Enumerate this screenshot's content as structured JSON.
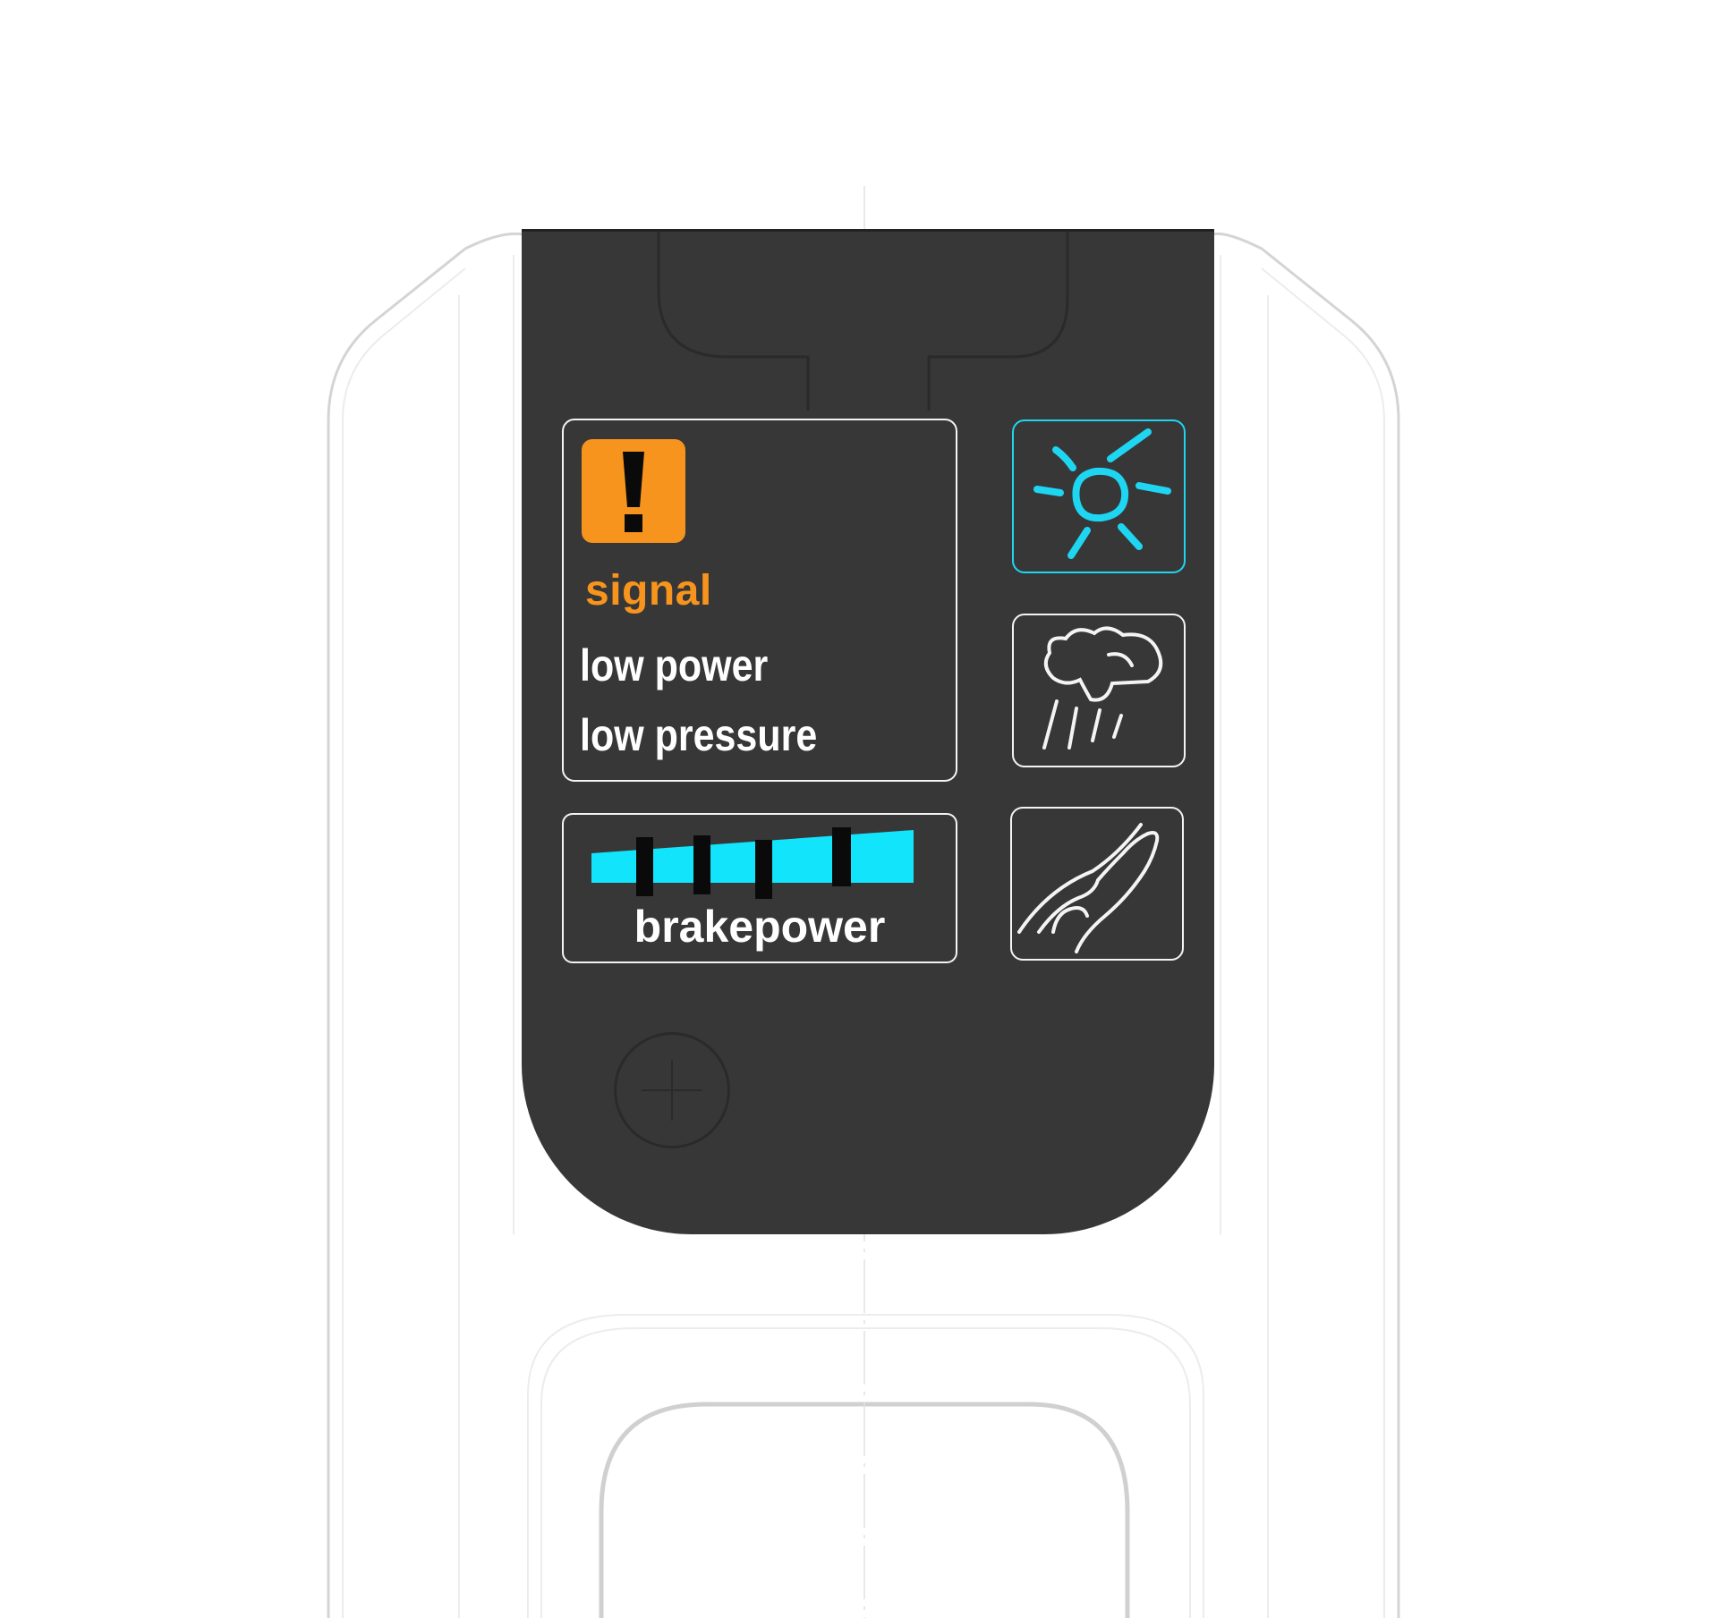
{
  "warning": {
    "icon": "exclamation-icon",
    "color": "#f7941d"
  },
  "status": {
    "signal_label": "signal",
    "line1": "low power",
    "line2": "low pressure"
  },
  "brake": {
    "label": "brakepower",
    "bar_color": "#12e4fc",
    "markers": 4
  },
  "modes": [
    {
      "name": "sun",
      "icon": "sun-icon",
      "selected": true,
      "accent": "#1ed6f2"
    },
    {
      "name": "rain",
      "icon": "rain-cloud-icon",
      "selected": false
    },
    {
      "name": "wind",
      "icon": "wind-icon",
      "selected": false
    }
  ],
  "colors": {
    "panel": "#373737",
    "outline": "#f4f4f4"
  }
}
